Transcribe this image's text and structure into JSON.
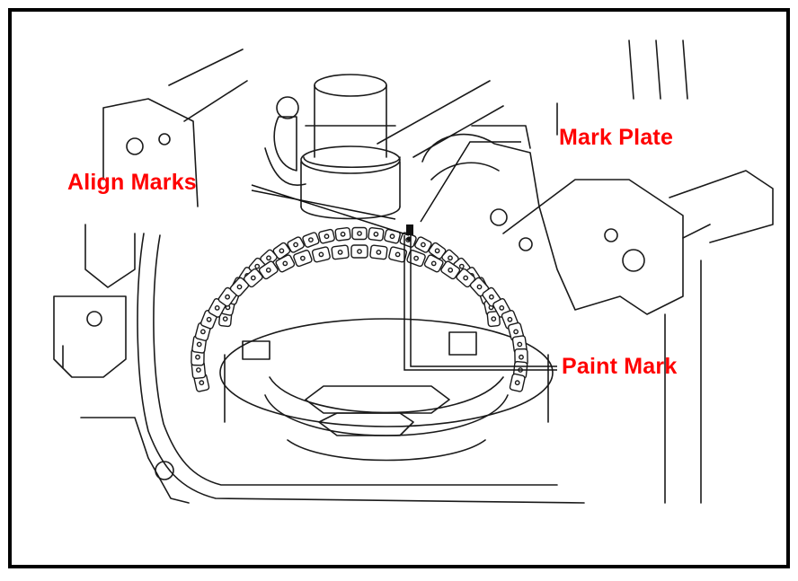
{
  "labels": {
    "mark_plate": "Mark Plate",
    "align_marks": "Align Marks",
    "paint_mark": "Paint Mark"
  },
  "colors": {
    "callout": "#ff0000",
    "line_art": "#1a1a1a",
    "frame": "#000000",
    "background": "#ffffff"
  },
  "icons": {
    "mark_plate": "mark-plate-icon",
    "paint_mark": "paint-mark-icon"
  }
}
